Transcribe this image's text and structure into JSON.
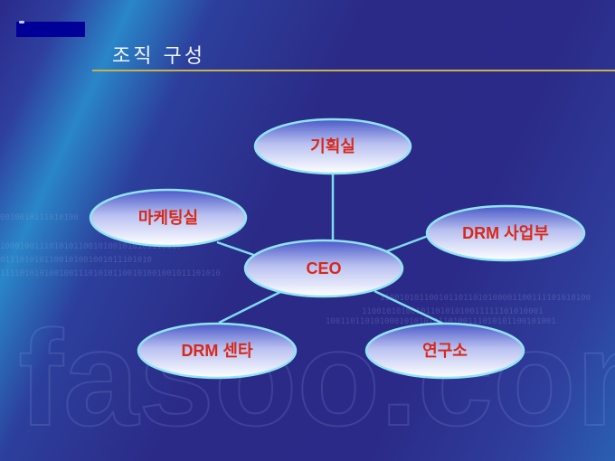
{
  "slide": {
    "title": "조직 구성",
    "watermark": "fasoo.com"
  },
  "org_chart": {
    "center": {
      "id": "ceo",
      "label": "CEO"
    },
    "nodes": [
      {
        "id": "planning",
        "label": "기획실"
      },
      {
        "id": "marketing",
        "label": "마케팅실"
      },
      {
        "id": "drm-business",
        "label": "DRM 사업부"
      },
      {
        "id": "drm-center",
        "label": "DRM 센타"
      },
      {
        "id": "research",
        "label": "연구소"
      }
    ],
    "edges": [
      [
        "ceo",
        "planning"
      ],
      [
        "ceo",
        "marketing"
      ],
      [
        "ceo",
        "drm-business"
      ],
      [
        "ceo",
        "drm-center"
      ],
      [
        "ceo",
        "research"
      ]
    ]
  },
  "colors": {
    "label": "#d8281a",
    "connector": "#7fdcf0",
    "rule": "#c8b04a"
  }
}
